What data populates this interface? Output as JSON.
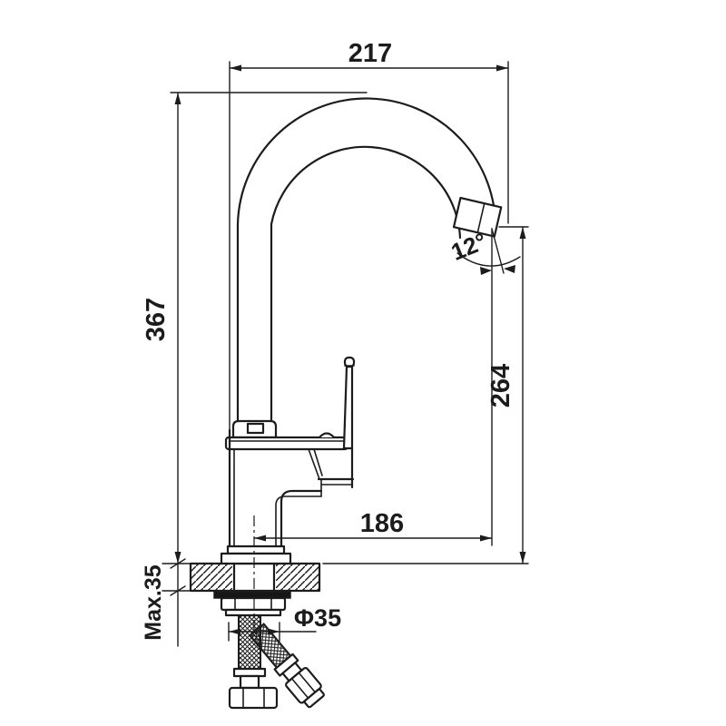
{
  "drawing": {
    "type": "technical-dimension-drawing",
    "subject": "single-lever gooseneck kitchen faucet, side elevation with installation section",
    "labels": {
      "width_overall": "217",
      "height_overall": "367",
      "spout_outlet_height": "264",
      "spout_reach": "186",
      "spout_angle": "12°",
      "hole_diameter": "Φ35",
      "max_counter_thickness": "Max.35"
    },
    "colors": {
      "line": "#1c1c1c",
      "background": "#ffffff"
    }
  }
}
